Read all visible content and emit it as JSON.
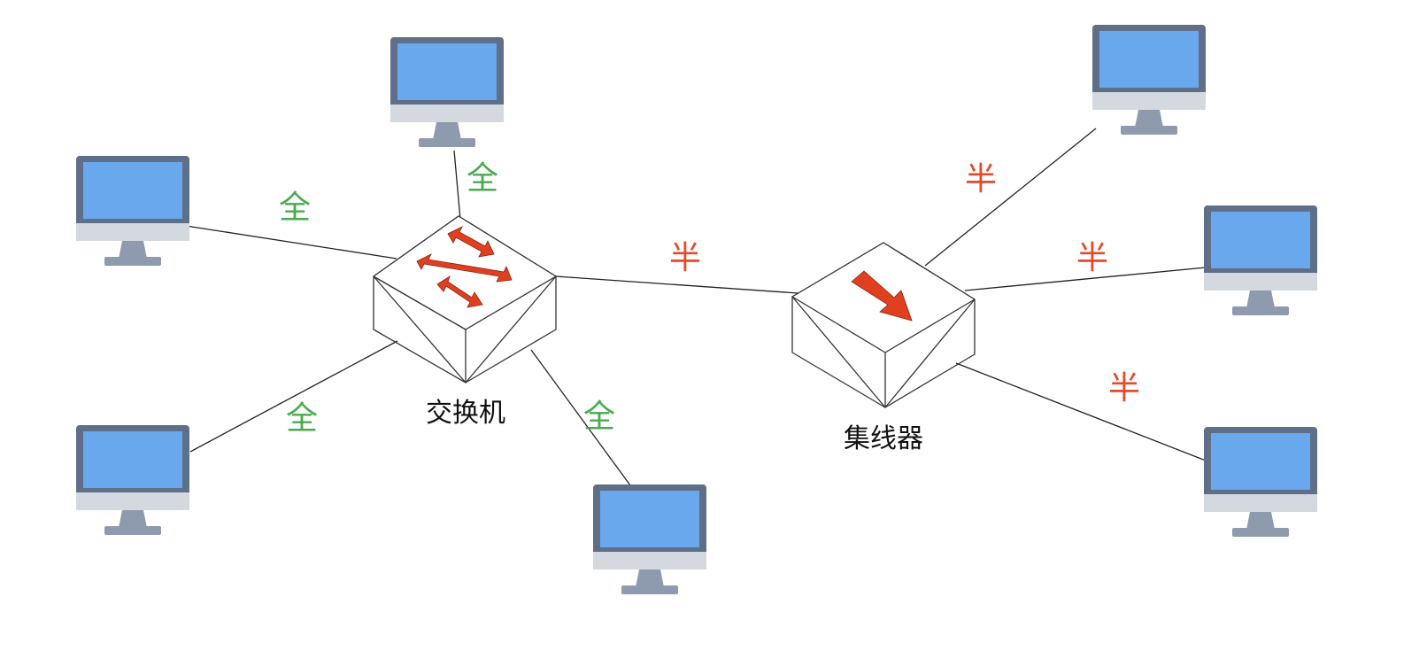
{
  "colors": {
    "full": "#4aaa4e",
    "half": "#e44a2a",
    "link": "#222222",
    "arrow": "#e0401f",
    "arrow_stroke": "#8b2010",
    "monitor_frame": "#5f6f88",
    "monitor_screen": "#69a8ec",
    "monitor_chin": "#d4d8df",
    "monitor_stand": "#8e9aad",
    "box_stroke": "#333333",
    "box_face": "#ffffff"
  },
  "devices": {
    "switch": {
      "label": "交换机",
      "icon": "switch-box-icon"
    },
    "hub": {
      "label": "集线器",
      "icon": "hub-box-icon"
    }
  },
  "links": [
    {
      "id": "sw-top",
      "label": "全",
      "mode": "full"
    },
    {
      "id": "sw-left-upper",
      "label": "全",
      "mode": "full"
    },
    {
      "id": "sw-left-lower",
      "label": "全",
      "mode": "full"
    },
    {
      "id": "sw-bottom",
      "label": "全",
      "mode": "full"
    },
    {
      "id": "sw-hub",
      "label": "半",
      "mode": "half"
    },
    {
      "id": "hub-top-right",
      "label": "半",
      "mode": "half"
    },
    {
      "id": "hub-right",
      "label": "半",
      "mode": "half"
    },
    {
      "id": "hub-bottom-right",
      "label": "半",
      "mode": "half"
    }
  ],
  "computers": [
    "monitor-icon",
    "monitor-icon",
    "monitor-icon",
    "monitor-icon",
    "monitor-icon",
    "monitor-icon",
    "monitor-icon"
  ]
}
